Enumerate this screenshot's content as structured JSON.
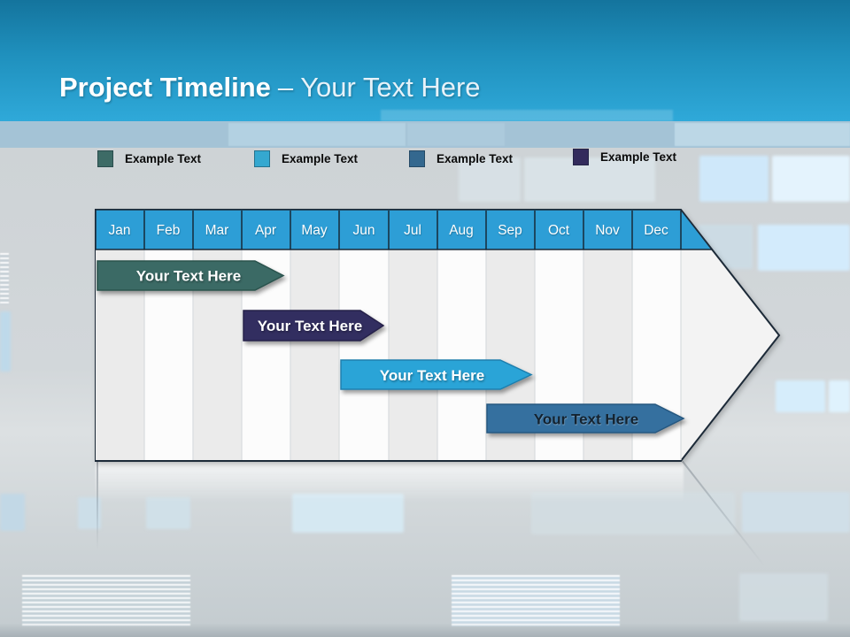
{
  "title": {
    "main": "Project Timeline",
    "suffix": "– Your Text Here"
  },
  "legend": {
    "items": [
      {
        "label": "Example Text",
        "color": "#3d6b66"
      },
      {
        "label": "Example Text",
        "color": "#35a8d0"
      },
      {
        "label": "Example Text",
        "color": "#34688f"
      },
      {
        "label": "Example Text",
        "color": "#332b5c"
      }
    ]
  },
  "timeline": {
    "header_fill": "#2d9ed6",
    "arrow_fill": "#f3f3f3",
    "arrow_border": "#1d2a38",
    "months": [
      "Jan",
      "Feb",
      "Mar",
      "Apr",
      "May",
      "Jun",
      "Jul",
      "Aug",
      "Sep",
      "Oct",
      "Nov",
      "Dec"
    ],
    "bars": [
      {
        "label": "Your Text Here",
        "start_month": "Jan",
        "end_month": "Mar",
        "fill": "#3a6a65",
        "stroke": "#2b524d",
        "text_color": "#ffffff"
      },
      {
        "label": "Your Text Here",
        "start_month": "Apr",
        "end_month": "Jun",
        "fill": "#332d61",
        "stroke": "#262149",
        "text_color": "#ffffff"
      },
      {
        "label": "Your Text Here",
        "start_month": "Jun",
        "end_month": "Sep",
        "fill": "#2ca4d7",
        "stroke": "#1f7fae",
        "text_color": "#ffffff"
      },
      {
        "label": "Your Text Here",
        "start_month": "Sep",
        "end_month": "Dec",
        "fill": "#366f9f",
        "stroke": "#275880",
        "text_color": "#13222f"
      }
    ]
  }
}
